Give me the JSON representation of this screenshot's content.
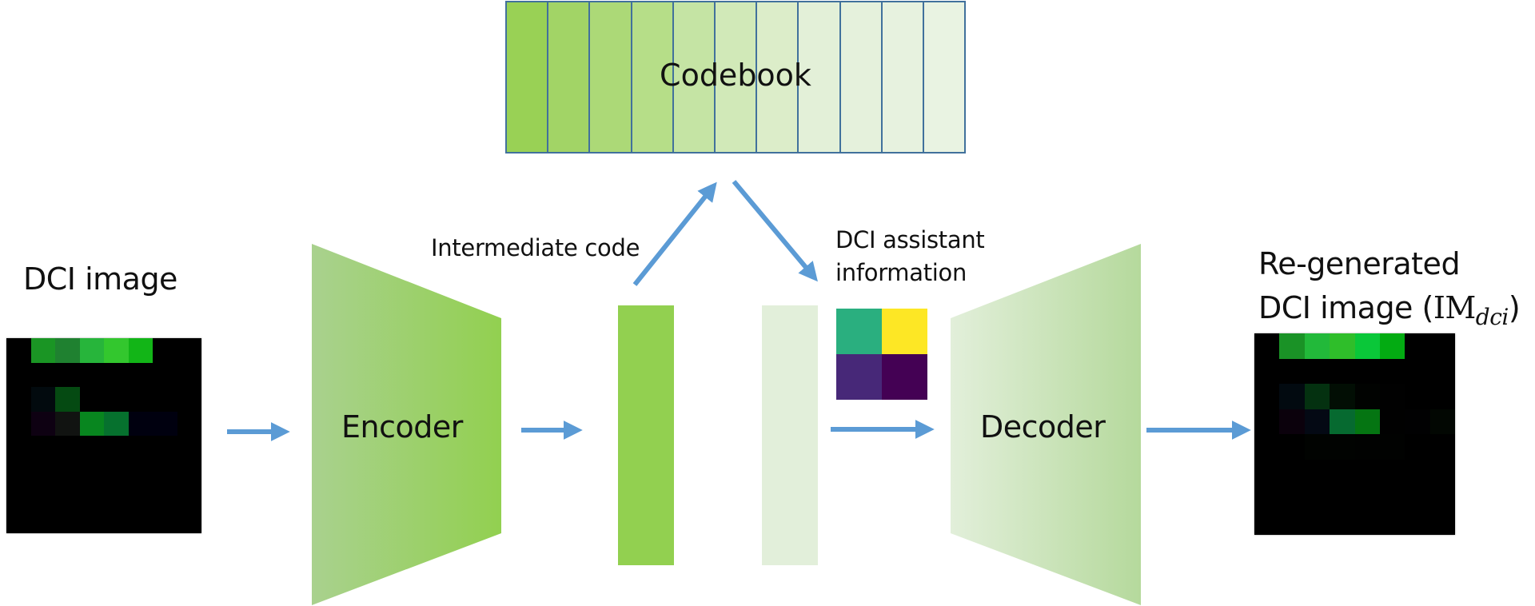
{
  "labels": {
    "input_image": "DCI image",
    "encoder": "Encoder",
    "decoder": "Decoder",
    "codebook": "Codebook",
    "intermediate_code": "Intermediate code",
    "assistant_line1": "DCI assistant",
    "assistant_line2": "information",
    "output_line1": "Re-generated",
    "output_line2": "DCI image (",
    "output_math_main": "IM",
    "output_math_sub": "dci",
    "output_close": ")"
  },
  "colors": {
    "arrow": "#5b9bd5",
    "codebook_border": "#41719c",
    "encoder_gradient": [
      "#a9d18e",
      "#92d050"
    ],
    "decoder_gradient": [
      "#e2efda",
      "#b5d99c"
    ],
    "code_bar": "#92d050",
    "assist_bar": "#e2efda"
  },
  "codebook_cells": [
    "#99d155",
    "#a2d466",
    "#acd977",
    "#b6de88",
    "#c5e4a4",
    "#d1e9b8",
    "#dcedc9",
    "#e3f0d8",
    "#e5f1dc",
    "#e7f2df",
    "#e9f3e2"
  ],
  "viridis_grid": [
    "#2aaf7f",
    "#fde725",
    "#472878",
    "#440154"
  ],
  "input_pixels": [
    [
      "#000000",
      "#1a9524",
      "#1f8130",
      "#27b53b",
      "#33c72e",
      "#12b517",
      "#000000",
      "#000000"
    ],
    [
      "#000000",
      "#000000",
      "#000000",
      "#000000",
      "#000000",
      "#000000",
      "#000000",
      "#000000"
    ],
    [
      "#000000",
      "#020a0e",
      "#054a12",
      "#000000",
      "#000000",
      "#000000",
      "#000000",
      "#000000"
    ],
    [
      "#000000",
      "#0e0112",
      "#111311",
      "#08861f",
      "#06712e",
      "#00000f",
      "#00000f",
      "#000000"
    ],
    [
      "#000000",
      "#000000",
      "#000000",
      "#000000",
      "#000000",
      "#000000",
      "#000000",
      "#000000"
    ],
    [
      "#000000",
      "#000000",
      "#000000",
      "#000000",
      "#000000",
      "#000000",
      "#000000",
      "#000000"
    ],
    [
      "#000000",
      "#000000",
      "#000000",
      "#000000",
      "#000000",
      "#000000",
      "#000000",
      "#000000"
    ],
    [
      "#000000",
      "#000000",
      "#000000",
      "#000000",
      "#000000",
      "#000000",
      "#000000",
      "#000000"
    ]
  ],
  "output_pixels": [
    [
      "#000000",
      "#1a9226",
      "#22b93a",
      "#2fbe2a",
      "#0ac739",
      "#03ab12",
      "#000000",
      "#000000"
    ],
    [
      "#000000",
      "#000000",
      "#000000",
      "#000000",
      "#000000",
      "#000000",
      "#000000",
      "#000000"
    ],
    [
      "#000000",
      "#020a10",
      "#043110",
      "#020e04",
      "#010301",
      "#010101",
      "#000000",
      "#000000"
    ],
    [
      "#000000",
      "#0b010c",
      "#040914",
      "#066a30",
      "#057512",
      "#010101",
      "#010102",
      "#020702"
    ],
    [
      "#000000",
      "#000000",
      "#010301",
      "#010301",
      "#010201",
      "#010201",
      "#000000",
      "#000000"
    ],
    [
      "#000000",
      "#000000",
      "#000000",
      "#000000",
      "#000000",
      "#000000",
      "#000000",
      "#000000"
    ],
    [
      "#000000",
      "#000000",
      "#000000",
      "#000000",
      "#000000",
      "#000000",
      "#000000",
      "#000000"
    ],
    [
      "#000000",
      "#000000",
      "#000000",
      "#000000",
      "#000000",
      "#000000",
      "#000000",
      "#000000"
    ]
  ]
}
